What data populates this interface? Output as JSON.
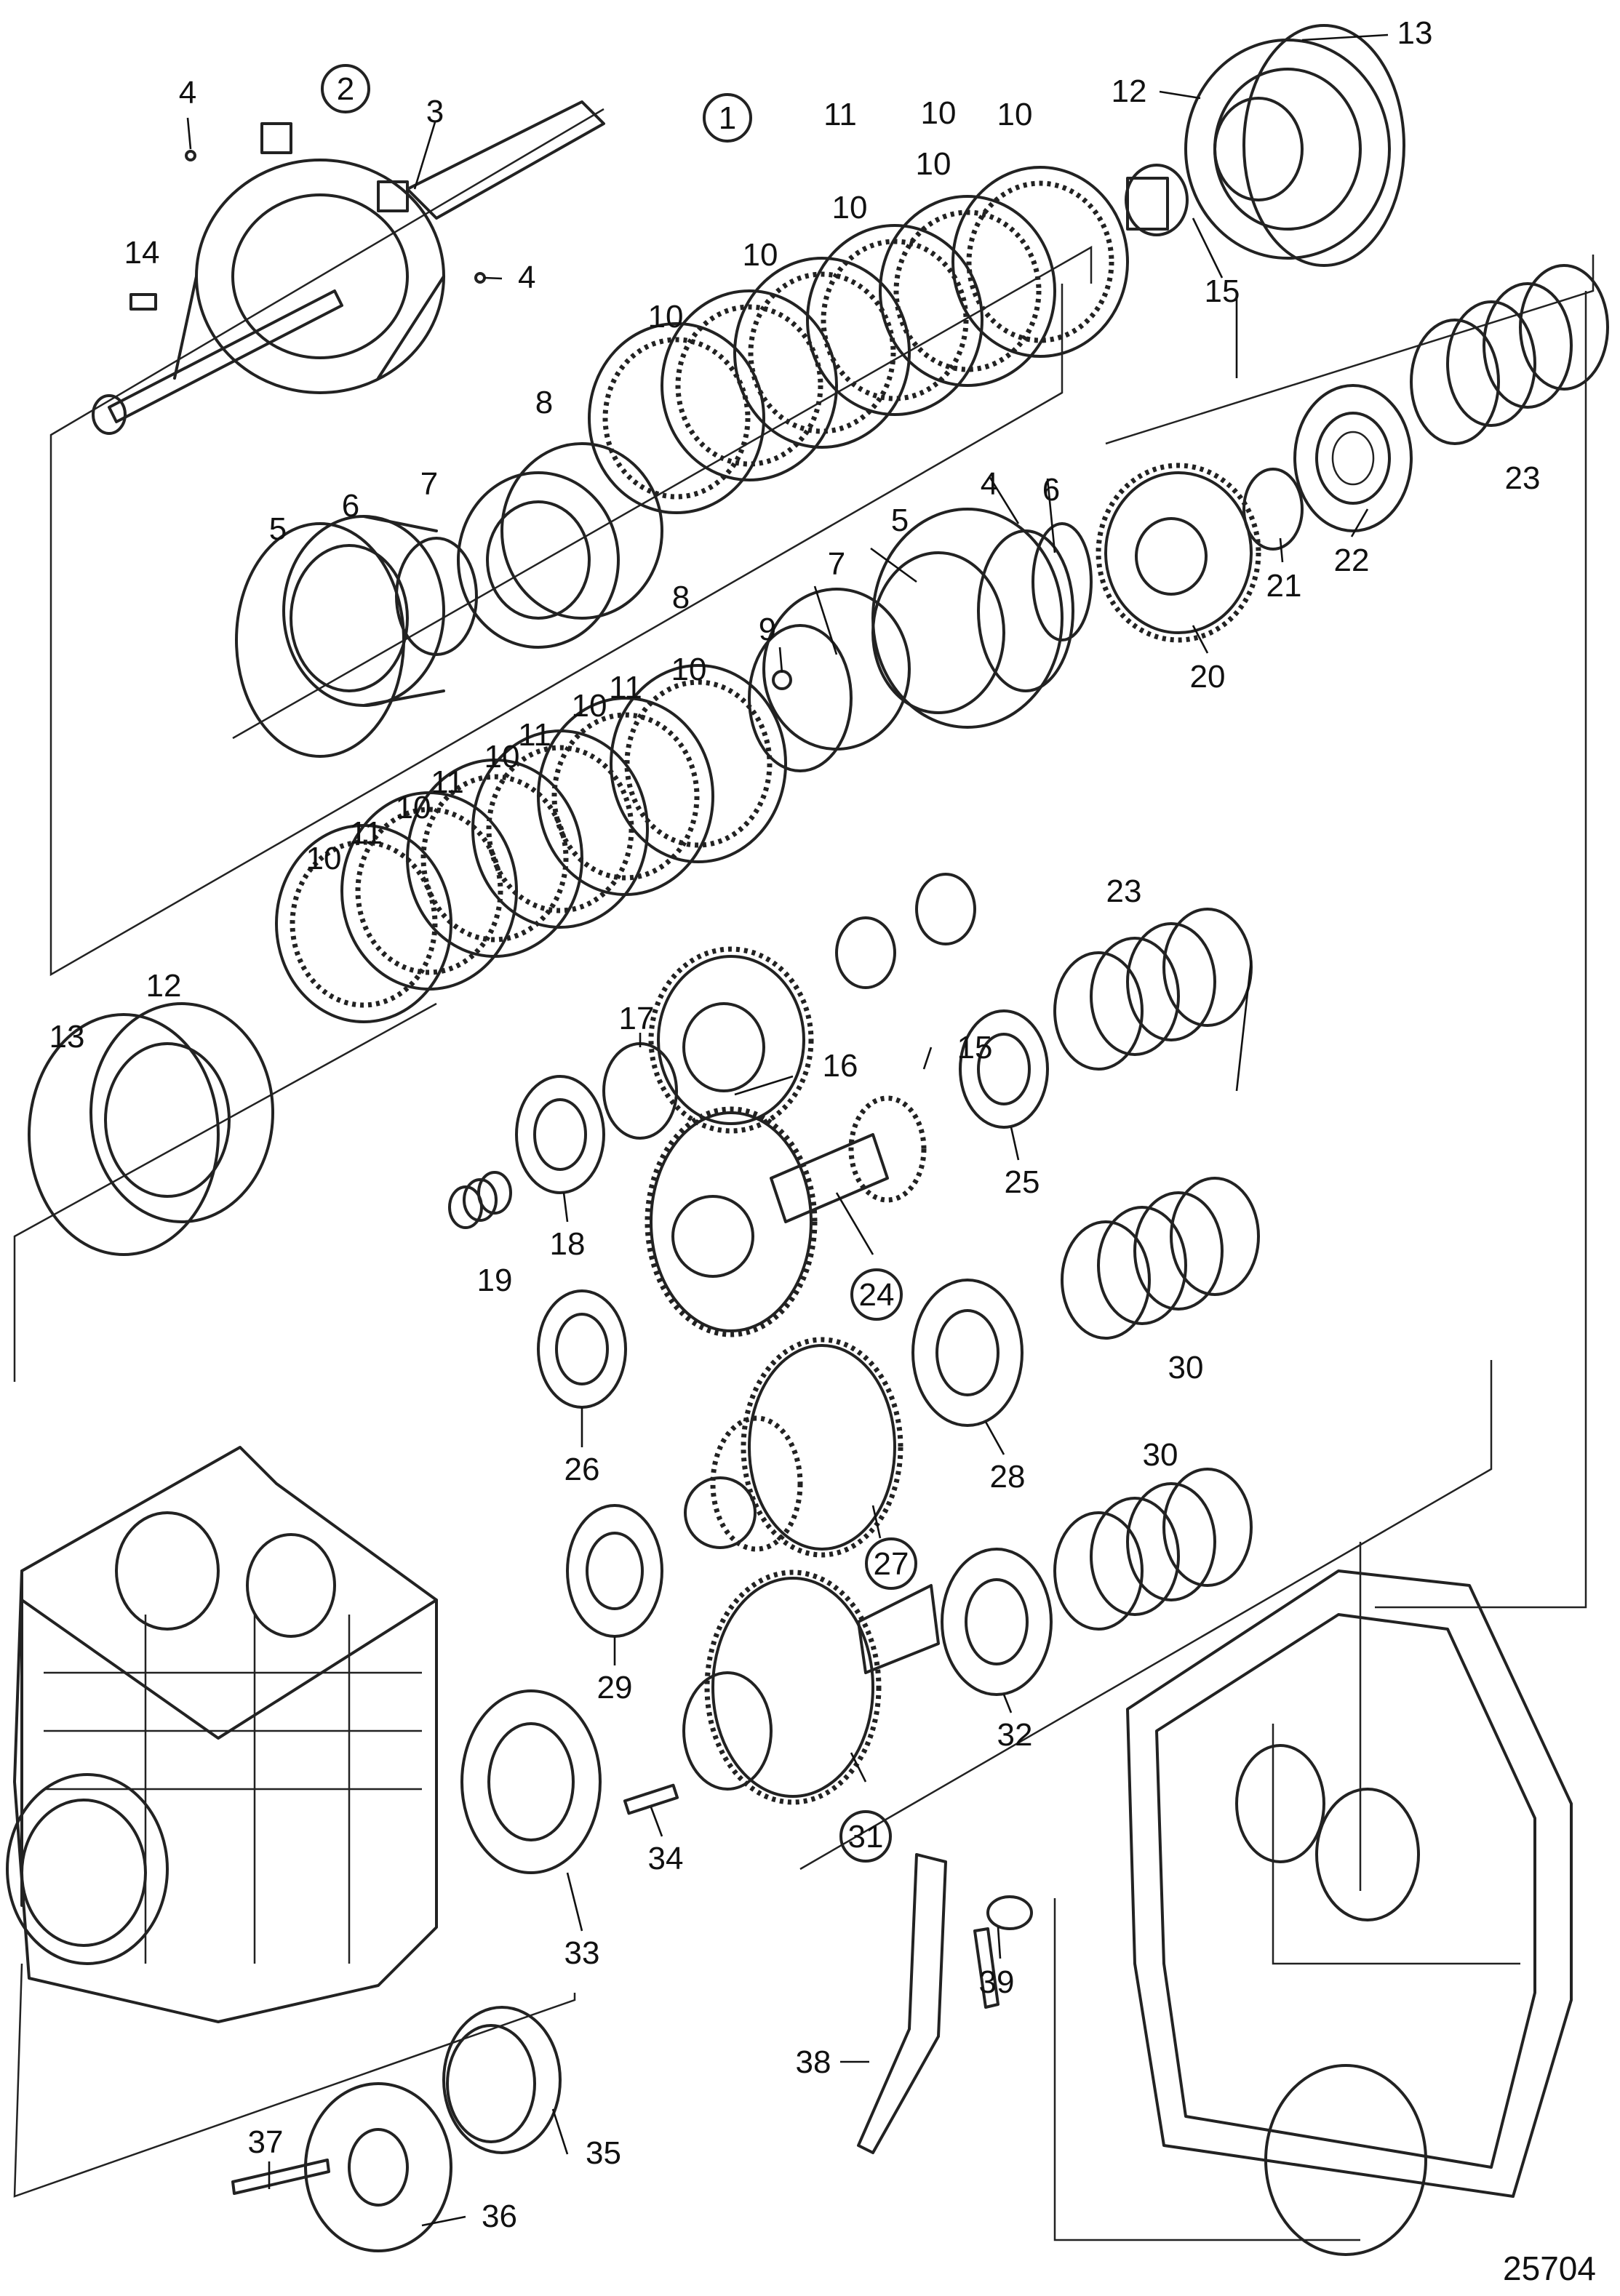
{
  "figure_id": "25704",
  "colors": {
    "line": "#222222",
    "background": "#ffffff"
  },
  "callouts": [
    {
      "text": "1",
      "circled": true
    },
    {
      "text": "2",
      "circled": true
    },
    {
      "text": "3"
    },
    {
      "text": "4"
    },
    {
      "text": "4"
    },
    {
      "text": "4"
    },
    {
      "text": "5"
    },
    {
      "text": "5"
    },
    {
      "text": "6"
    },
    {
      "text": "6"
    },
    {
      "text": "7"
    },
    {
      "text": "7"
    },
    {
      "text": "8"
    },
    {
      "text": "8"
    },
    {
      "text": "9"
    },
    {
      "text": "10"
    },
    {
      "text": "10"
    },
    {
      "text": "10"
    },
    {
      "text": "10"
    },
    {
      "text": "10"
    },
    {
      "text": "10"
    },
    {
      "text": "10"
    },
    {
      "text": "10"
    },
    {
      "text": "10"
    },
    {
      "text": "10"
    },
    {
      "text": "10"
    },
    {
      "text": "11"
    },
    {
      "text": "11"
    },
    {
      "text": "11"
    },
    {
      "text": "11"
    },
    {
      "text": "11"
    },
    {
      "text": "12"
    },
    {
      "text": "12"
    },
    {
      "text": "13"
    },
    {
      "text": "13"
    },
    {
      "text": "14"
    },
    {
      "text": "15"
    },
    {
      "text": "15"
    },
    {
      "text": "16"
    },
    {
      "text": "17"
    },
    {
      "text": "18"
    },
    {
      "text": "19"
    },
    {
      "text": "20"
    },
    {
      "text": "21"
    },
    {
      "text": "22"
    },
    {
      "text": "23"
    },
    {
      "text": "23"
    },
    {
      "text": "24",
      "circled": true
    },
    {
      "text": "25"
    },
    {
      "text": "26"
    },
    {
      "text": "27",
      "circled": true
    },
    {
      "text": "28"
    },
    {
      "text": "29"
    },
    {
      "text": "30"
    },
    {
      "text": "30"
    },
    {
      "text": "31",
      "circled": true
    },
    {
      "text": "32"
    },
    {
      "text": "33"
    },
    {
      "text": "34"
    },
    {
      "text": "35"
    },
    {
      "text": "36"
    },
    {
      "text": "37"
    },
    {
      "text": "38"
    },
    {
      "text": "39"
    }
  ]
}
